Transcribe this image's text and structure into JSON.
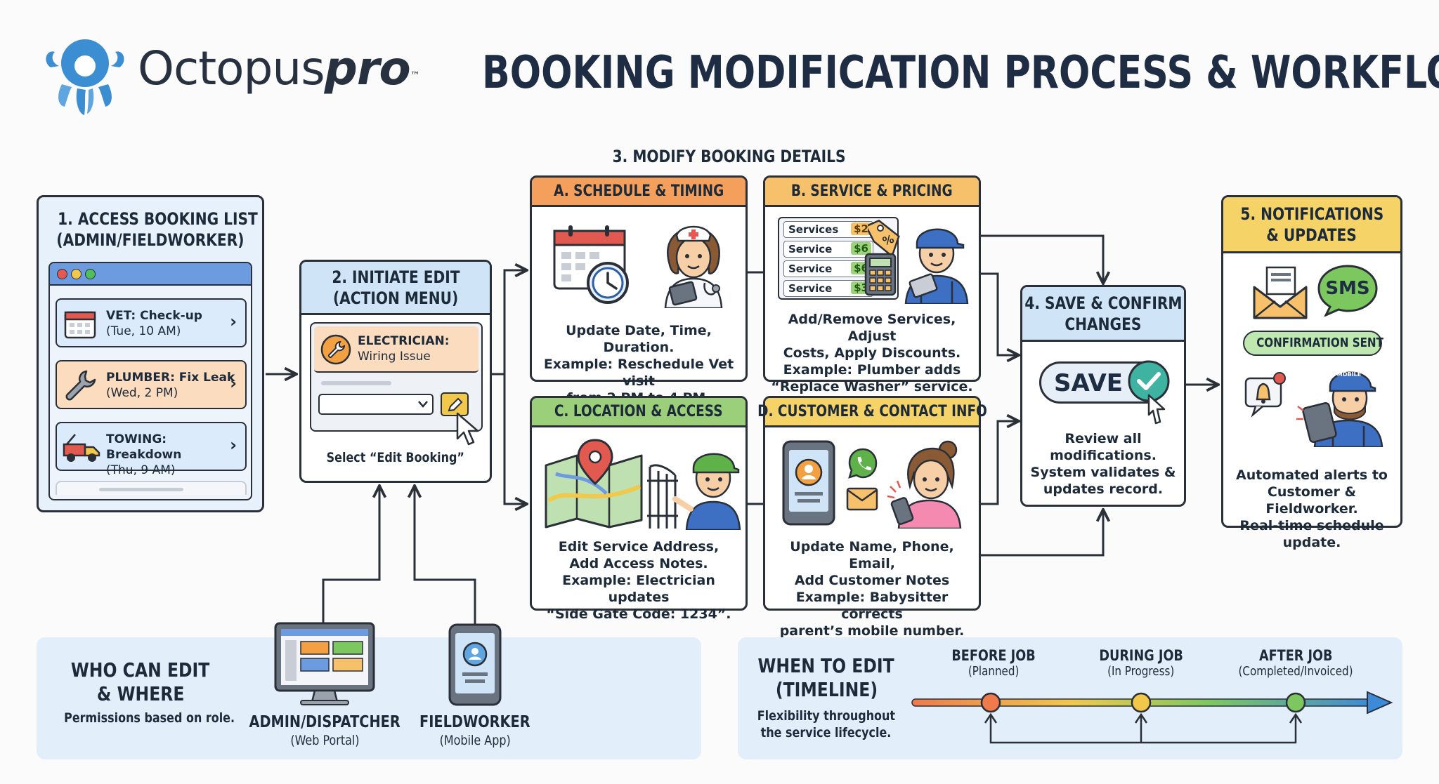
{
  "header": {
    "brand_main": "Octopus",
    "brand_bold": "pro",
    "brand_tm": "™",
    "title": "BOOKING MODIFICATION PROCESS & WORKFLOW"
  },
  "step1": {
    "title_line1": "1. ACCESS BOOKING LIST",
    "title_line2": "(ADMIN/FIELDWORKER)",
    "items": [
      {
        "line1": "VET: Check-up",
        "line2": "(Tue, 10 AM)"
      },
      {
        "line1": "PLUMBER: Fix Leak",
        "line2": "(Wed, 2 PM)"
      },
      {
        "line1": "TOWING: Breakdown",
        "line2": "(Thu, 9 AM)"
      }
    ],
    "chevron": "›"
  },
  "step2": {
    "title_line1": "2. INITIATE EDIT",
    "title_line2": "(ACTION MENU)",
    "job_line1": "ELECTRICIAN:",
    "job_line2": "Wiring Issue",
    "caption": "Select “Edit Booking”"
  },
  "step3": {
    "title": "3. MODIFY BOOKING DETAILS",
    "a": {
      "title": "A. SCHEDULE & TIMING",
      "lines": [
        "Update Date, Time, Duration.",
        "Example: Reschedule Vet visit",
        "from 2 PM to 4 PM."
      ]
    },
    "b": {
      "title": "B. SERVICE & PRICING",
      "services": [
        {
          "name": "Services",
          "price": "$2"
        },
        {
          "name": "Service",
          "price": "$6"
        },
        {
          "name": "Service",
          "price": "$6"
        },
        {
          "name": "Service",
          "price": "$3"
        }
      ],
      "lines": [
        "Add/Remove Services, Adjust",
        "Costs, Apply Discounts.",
        "Example: Plumber adds",
        "“Replace Washer” service."
      ]
    },
    "c": {
      "title": "C. LOCATION & ACCESS",
      "lines": [
        "Edit Service Address,",
        "Add Access Notes.",
        "Example: Electrician updates",
        "“Side Gate Code: 1234”."
      ]
    },
    "d": {
      "title": "D. CUSTOMER & CONTACT INFO",
      "lines": [
        "Update Name, Phone, Email,",
        "Add Customer Notes",
        "Example: Babysitter corrects",
        "parent’s mobile number."
      ]
    }
  },
  "step4": {
    "title_line1": "4. SAVE & CONFIRM",
    "title_line2": "CHANGES",
    "save_label": "SAVE",
    "lines": [
      "Review all",
      "modifications.",
      "System validates &",
      "updates record."
    ]
  },
  "step5": {
    "title_line1": "5. NOTIFICATIONS",
    "title_line2": "& UPDATES",
    "sms": "SMS",
    "badge": "CONFIRMATION SENT",
    "cap_label": "MOBILE",
    "lines": [
      "Automated alerts to",
      "Customer & Fieldworker.",
      "Real-time schedule update."
    ]
  },
  "who": {
    "title_line1": "WHO CAN EDIT",
    "title_line2": "& WHERE",
    "subtitle": "Permissions based on role.",
    "admin_line1": "ADMIN/DISPATCHER",
    "admin_line2": "(Web Portal)",
    "field_line1": "FIELDWORKER",
    "field_line2": "(Mobile App)"
  },
  "when": {
    "title_line1": "WHEN TO EDIT",
    "title_line2": "(TIMELINE)",
    "subtitle_line1": "Flexibility throughout",
    "subtitle_line2": "the service lifecycle.",
    "phases": [
      {
        "name": "BEFORE JOB",
        "status": "(Planned)"
      },
      {
        "name": "DURING JOB",
        "status": "(In Progress)"
      },
      {
        "name": "AFTER JOB",
        "status": "(Completed/Invoiced)"
      }
    ]
  },
  "colors": {
    "blue_head": "#cfe4f7",
    "orange_head": "#f4a05c",
    "amber_head": "#f6c16a",
    "green_head": "#9ccf7a",
    "yellow_head": "#f6d367",
    "title_navy": "#1e2d44",
    "brand_blue": "#3c8ed3"
  }
}
